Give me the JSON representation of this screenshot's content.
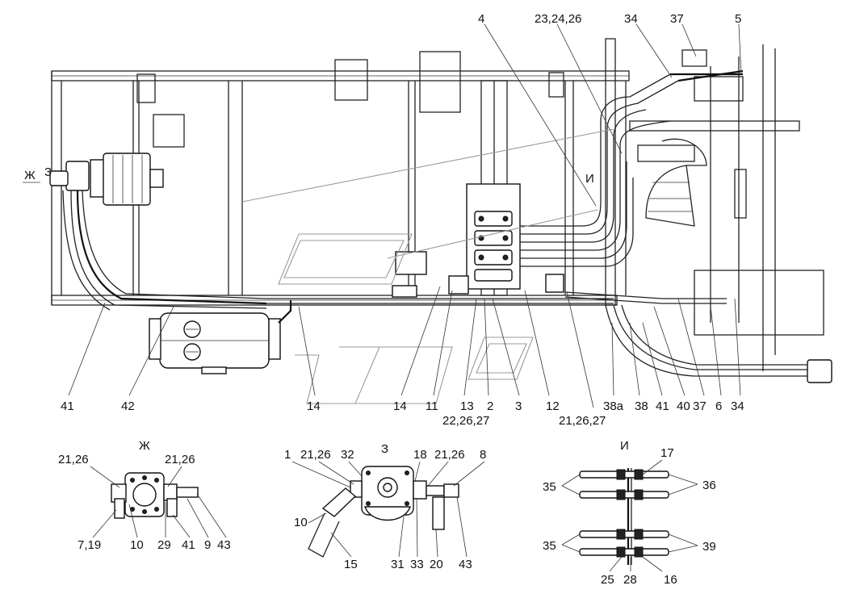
{
  "callouts_main": [
    {
      "id": "c-4",
      "text": "4"
    },
    {
      "id": "c-23-24-26",
      "text": "23,24,26"
    },
    {
      "id": "c-34-top",
      "text": "34"
    },
    {
      "id": "c-37-top",
      "text": "37"
    },
    {
      "id": "c-5",
      "text": "5"
    },
    {
      "id": "c-zh-section",
      "text": "Ж"
    },
    {
      "id": "c-z-section",
      "text": "З"
    },
    {
      "id": "c-i-section",
      "text": "И"
    },
    {
      "id": "c-41-left",
      "text": "41"
    },
    {
      "id": "c-42",
      "text": "42"
    },
    {
      "id": "c-14-a",
      "text": "14"
    },
    {
      "id": "c-14-b",
      "text": "14"
    },
    {
      "id": "c-11",
      "text": "11"
    },
    {
      "id": "c-13",
      "text": "13"
    },
    {
      "id": "c-2",
      "text": "2"
    },
    {
      "id": "c-3",
      "text": "3"
    },
    {
      "id": "c-22-26-27",
      "text": "22,26,27"
    },
    {
      "id": "c-12",
      "text": "12"
    },
    {
      "id": "c-38a",
      "text": "38а"
    },
    {
      "id": "c-38",
      "text": "38"
    },
    {
      "id": "c-41-right",
      "text": "41"
    },
    {
      "id": "c-40",
      "text": "40"
    },
    {
      "id": "c-37-bottom",
      "text": "37"
    },
    {
      "id": "c-6",
      "text": "6"
    },
    {
      "id": "c-34-bottom",
      "text": "34"
    },
    {
      "id": "c-21-26-27",
      "text": "21,26,27"
    }
  ],
  "view_zh": {
    "title": "Ж",
    "callouts": [
      "21,26",
      "21,26",
      "7,19",
      "10",
      "29",
      "41",
      "9",
      "43"
    ]
  },
  "view_z": {
    "title": "З",
    "callouts": [
      "1",
      "21,26",
      "32",
      "18",
      "21,26",
      "8",
      "10",
      "15",
      "31",
      "33",
      "20",
      "43"
    ]
  },
  "view_i": {
    "title": "И",
    "callouts": [
      "17",
      "35",
      "36",
      "35",
      "39",
      "25",
      "28",
      "16"
    ]
  }
}
